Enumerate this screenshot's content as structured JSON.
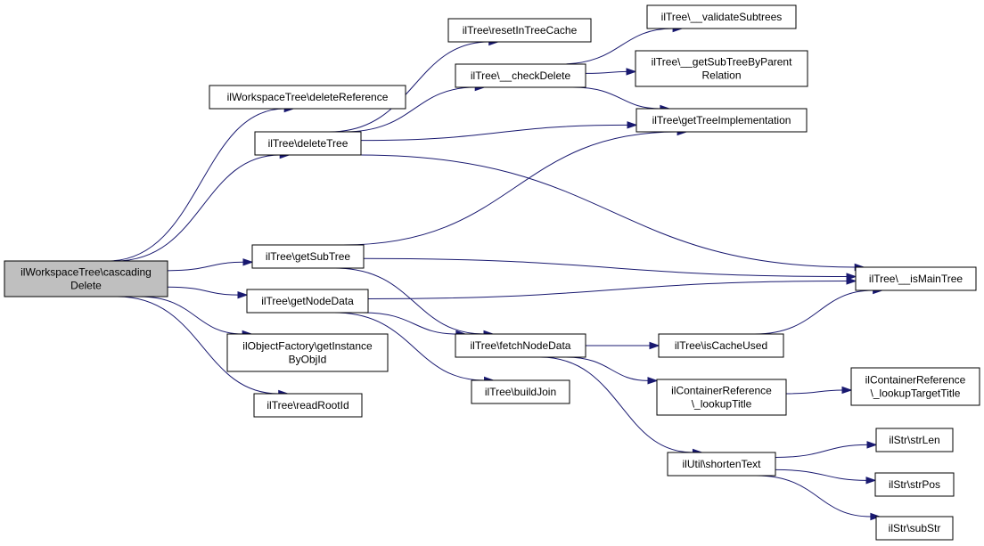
{
  "graph": {
    "colors": {
      "edge": "#191970",
      "root_fill": "#bfbfbf",
      "node_fill": "#ffffff",
      "border": "#000000"
    },
    "nodes": {
      "root": [
        "ilWorkspaceTree\\cascading",
        "Delete"
      ],
      "wsDeleteRef": [
        "ilWorkspaceTree\\deleteReference"
      ],
      "deleteTree": [
        "ilTree\\deleteTree"
      ],
      "getSubTree": [
        "ilTree\\getSubTree"
      ],
      "getNodeData": [
        "ilTree\\getNodeData"
      ],
      "objFactory": [
        "ilObjectFactory\\getInstance",
        "ByObjId"
      ],
      "readRootId": [
        "ilTree\\readRootId"
      ],
      "resetCache": [
        "ilTree\\resetInTreeCache"
      ],
      "checkDelete": [
        "ilTree\\__checkDelete"
      ],
      "validateSub": [
        "ilTree\\__validateSubtrees"
      ],
      "getSubByParent": [
        "ilTree\\__getSubTreeByParent",
        "Relation"
      ],
      "getTreeImpl": [
        "ilTree\\getTreeImplementation"
      ],
      "isMainTree": [
        "ilTree\\__isMainTree"
      ],
      "fetchNodeData": [
        "ilTree\\fetchNodeData"
      ],
      "buildJoin": [
        "ilTree\\buildJoin"
      ],
      "isCacheUsed": [
        "ilTree\\isCacheUsed"
      ],
      "lookupTitle": [
        "ilContainerReference",
        "\\_lookupTitle"
      ],
      "lookupTarget": [
        "ilContainerReference",
        "\\_lookupTargetTitle"
      ],
      "shortenText": [
        "ilUtil\\shortenText"
      ],
      "strLen": [
        "ilStr\\strLen"
      ],
      "strPos": [
        "ilStr\\strPos"
      ],
      "subStr": [
        "ilStr\\subStr"
      ]
    },
    "edges": [
      [
        "root",
        "wsDeleteRef"
      ],
      [
        "root",
        "deleteTree"
      ],
      [
        "root",
        "getSubTree"
      ],
      [
        "root",
        "getNodeData"
      ],
      [
        "root",
        "objFactory"
      ],
      [
        "root",
        "readRootId"
      ],
      [
        "deleteTree",
        "resetCache"
      ],
      [
        "deleteTree",
        "checkDelete"
      ],
      [
        "deleteTree",
        "getTreeImpl"
      ],
      [
        "deleteTree",
        "isMainTree"
      ],
      [
        "checkDelete",
        "validateSub"
      ],
      [
        "checkDelete",
        "getSubByParent"
      ],
      [
        "checkDelete",
        "getTreeImpl"
      ],
      [
        "getSubTree",
        "getTreeImpl"
      ],
      [
        "getSubTree",
        "isMainTree"
      ],
      [
        "getSubTree",
        "fetchNodeData"
      ],
      [
        "getNodeData",
        "isMainTree"
      ],
      [
        "getNodeData",
        "fetchNodeData"
      ],
      [
        "getNodeData",
        "buildJoin"
      ],
      [
        "fetchNodeData",
        "isCacheUsed"
      ],
      [
        "fetchNodeData",
        "lookupTitle"
      ],
      [
        "fetchNodeData",
        "shortenText"
      ],
      [
        "isCacheUsed",
        "isMainTree"
      ],
      [
        "lookupTitle",
        "lookupTarget"
      ],
      [
        "shortenText",
        "strLen"
      ],
      [
        "shortenText",
        "strPos"
      ],
      [
        "shortenText",
        "subStr"
      ]
    ]
  }
}
